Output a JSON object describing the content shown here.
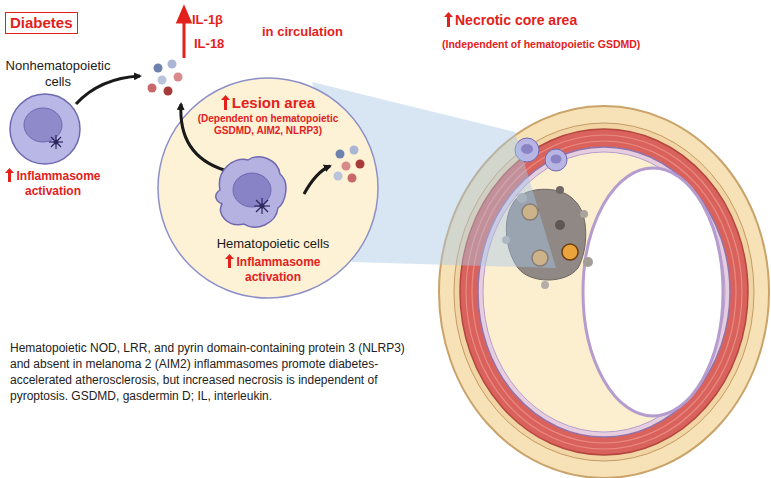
{
  "diagram": {
    "caption": "Hematopoietic NOD, LRR, and pyrin domain-containing protein 3 (NLRP3) and absent in melanoma 2 (AIM2) inflammasomes promote diabetes-accelerated atherosclerosis, but increased necrosis is independent of pyroptosis. GSDMD, gasdermin D; IL, interleukin.",
    "nodes": [
      {
        "text": [
          "Diabetes"
        ]
      },
      {
        "text": [
          "Nonhematopoietic cells",
          "Inflammasome activation"
        ]
      },
      {
        "text": [
          "Lesion area",
          "(Dependent on hematopoietic GSDMD, AIM2, NLRP3)"
        ]
      },
      {
        "text": [
          "Hematopoietic cells",
          "Inflammasome activation"
        ],
        "in": 2
      }
    ],
    "labels": [
      "IL-1β",
      "IL-18",
      "in circulation",
      "Necrotic core area",
      "(Independent of hematopoietic GSDMD)"
    ]
  }
}
